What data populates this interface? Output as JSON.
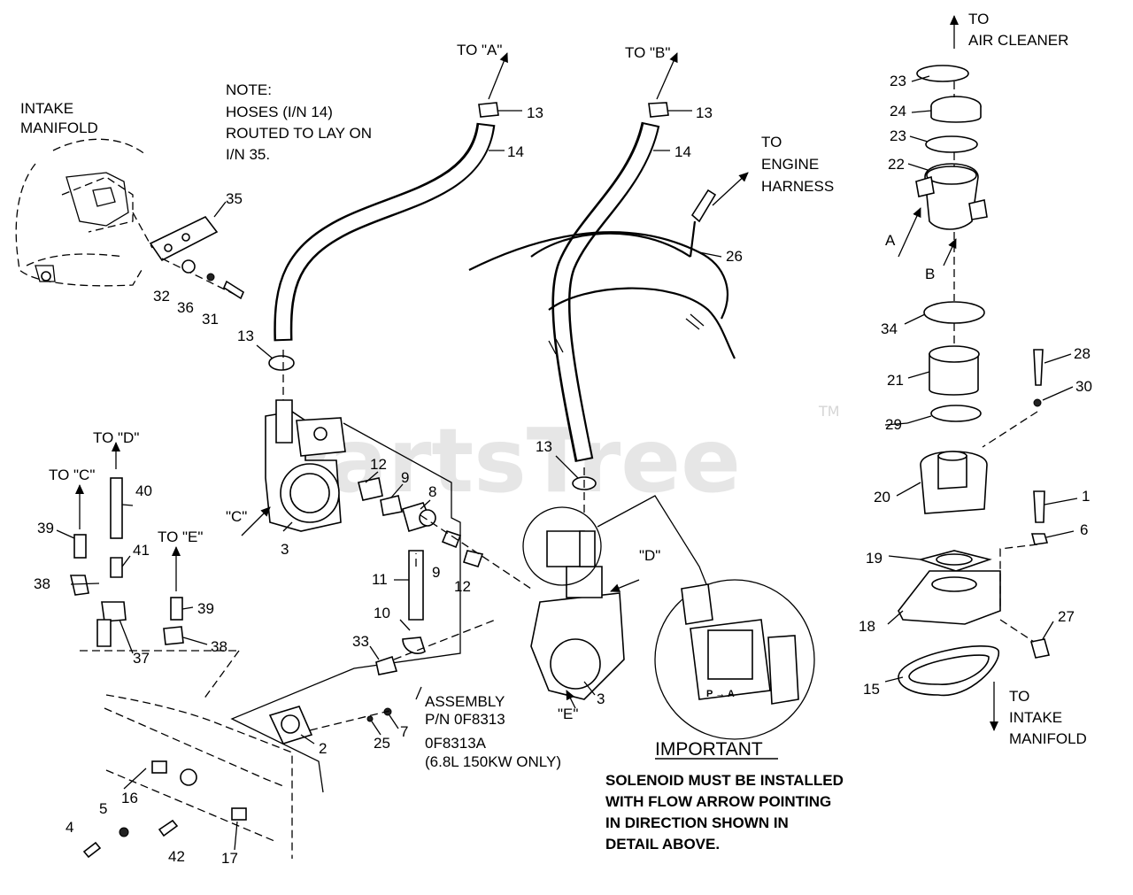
{
  "watermark": {
    "text": "PartsTree",
    "trademark": "TM"
  },
  "notes": {
    "hoses_note": [
      "NOTE:",
      "HOSES (I/N 14)",
      "ROUTED TO LAY ON",
      "I/N 35."
    ]
  },
  "labels": {
    "intake_manifold_top": [
      "INTAKE",
      "MANIFOLD"
    ],
    "to_a": "TO \"A\"",
    "to_b": "TO \"B\"",
    "to_air_cleaner": [
      "TO",
      "AIR CLEANER"
    ],
    "to_engine_harness": [
      "TO",
      "ENGINE",
      "HARNESS"
    ],
    "to_c": "TO \"C\"",
    "to_d": "TO \"D\"",
    "to_e": "TO \"E\"",
    "c_marker": "\"C\"",
    "d_marker": "\"D\"",
    "e_marker": "\"E\"",
    "a_marker": "A",
    "b_marker": "B",
    "to_intake_manifold": [
      "TO",
      "INTAKE",
      "MANIFOLD"
    ],
    "assembly": [
      "ASSEMBLY",
      "P/N 0F8313"
    ],
    "assembly_alt": [
      "0F8313A",
      "(6.8L 150KW ONLY)"
    ]
  },
  "important": {
    "title": "IMPORTANT",
    "lines": [
      "SOLENOID MUST BE INSTALLED",
      "WITH FLOW ARROW POINTING",
      "IN DIRECTION SHOWN IN",
      "DETAIL ABOVE."
    ],
    "solenoid_arrow": "P → A"
  },
  "part_numbers": {
    "p1": "1",
    "p2": "2",
    "p3a": "3",
    "p3b": "3",
    "p4": "4",
    "p5": "5",
    "p6": "6",
    "p7": "7",
    "p8": "8",
    "p9a": "9",
    "p9b": "9",
    "p10": "10",
    "p11": "11",
    "p12a": "12",
    "p12b": "12",
    "p13a": "13",
    "p13b": "13",
    "p13c": "13",
    "p13d": "13",
    "p14a": "14",
    "p14b": "14",
    "p15": "15",
    "p16": "16",
    "p17": "17",
    "p18": "18",
    "p19": "19",
    "p20": "20",
    "p21": "21",
    "p22": "22",
    "p23a": "23",
    "p23b": "23",
    "p24": "24",
    "p25": "25",
    "p26": "26",
    "p27": "27",
    "p28": "28",
    "p29": "29",
    "p30": "30",
    "p31": "31",
    "p32": "32",
    "p33": "33",
    "p34": "34",
    "p35": "35",
    "p36": "36",
    "p37": "37",
    "p38a": "38",
    "p38b": "38",
    "p39a": "39",
    "p39b": "39",
    "p40": "40",
    "p41": "41",
    "p42": "42"
  }
}
